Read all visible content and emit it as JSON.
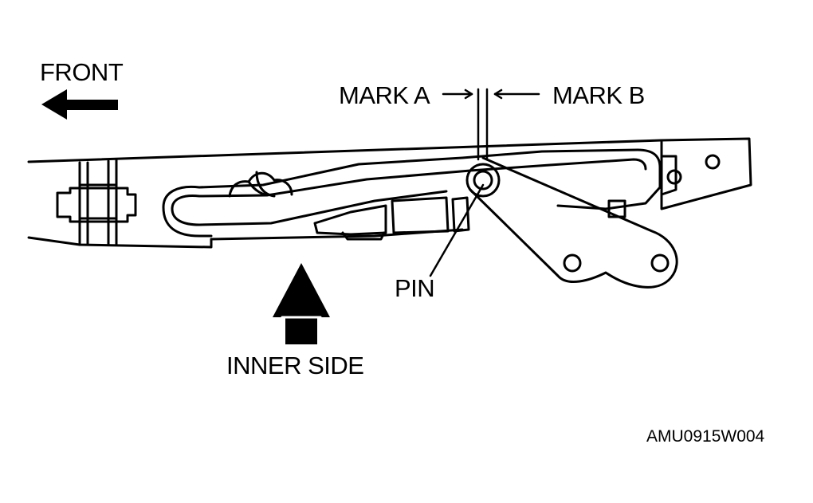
{
  "labels": {
    "front": "FRONT",
    "mark_a": "MARK A",
    "mark_b": "MARK B",
    "pin": "PIN",
    "inner_side": "INNER SIDE",
    "figure_code": "AMU0915W004"
  },
  "colors": {
    "ink": "#000000",
    "paper": "#ffffff"
  },
  "icons": {
    "front_arrow": "arrow-left-icon",
    "inner_side_arrow": "arrow-up-icon"
  }
}
